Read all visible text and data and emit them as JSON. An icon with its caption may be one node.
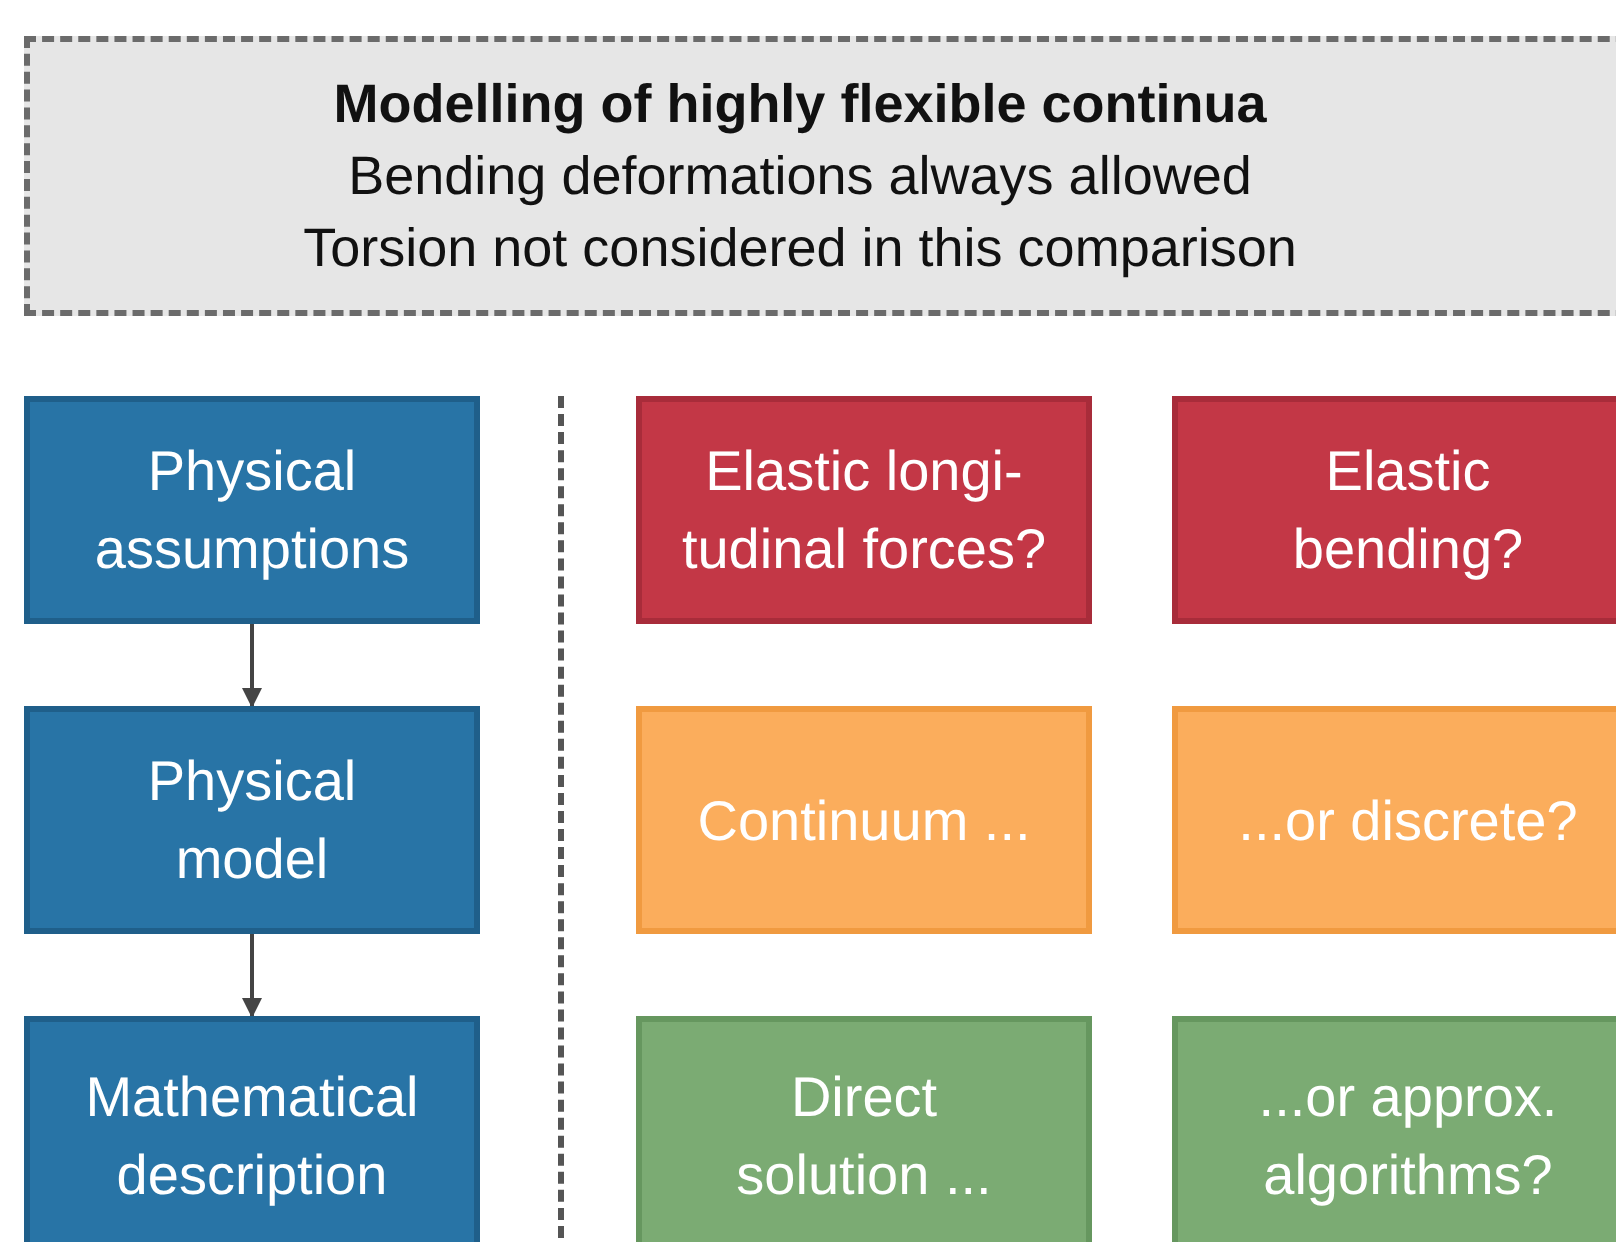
{
  "diagram": {
    "nodes": [
      {
        "text": [
          "Modelling of highly flexible continua",
          "Bending deformations always allowed",
          "Torsion not considered in this comparison"
        ]
      },
      {
        "text": [
          "Physical assumptions"
        ]
      },
      {
        "text": [
          "Elastic longi- tudinal forces?"
        ]
      },
      {
        "text": [
          "Elastic bending?"
        ]
      },
      {
        "text": [
          "Physical model"
        ]
      },
      {
        "text": [
          "Continuum ..."
        ]
      },
      {
        "text": [
          "...or discrete?"
        ]
      },
      {
        "text": [
          "Mathematical description"
        ]
      },
      {
        "text": [
          "Direct solution ..."
        ]
      },
      {
        "text": [
          "...or approx. algorithms?"
        ]
      }
    ],
    "edges": [
      {
        "from": 1,
        "to": 4,
        "arrow": "to"
      },
      {
        "from": 4,
        "to": 7,
        "arrow": "to"
      }
    ]
  }
}
